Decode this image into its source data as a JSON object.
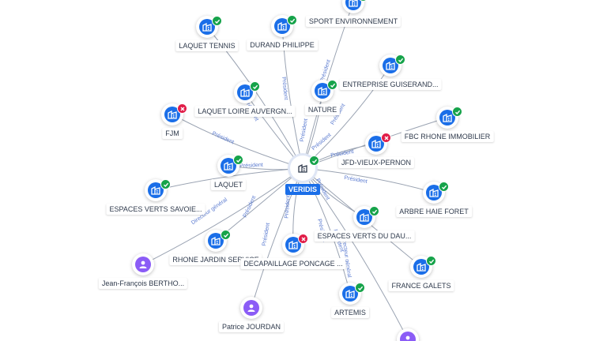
{
  "center": {
    "name": "VERIDIS",
    "kind": "company"
  },
  "nodes": [
    {
      "label": "SPORT ENVIRONNEMENT",
      "kind": "company",
      "status": "ok"
    },
    {
      "label": "LAQUET TENNIS",
      "kind": "company",
      "status": "ok"
    },
    {
      "label": "DURAND PHILIPPE",
      "kind": "company",
      "status": "ok"
    },
    {
      "label": "ENTREPRISE GUISERAND...",
      "kind": "company",
      "status": "ok"
    },
    {
      "label": "LAQUET LOIRE AUVERGN...",
      "kind": "company",
      "status": "ok"
    },
    {
      "label": "NATURE",
      "kind": "company",
      "status": "ok"
    },
    {
      "label": "FJM",
      "kind": "company",
      "status": "ko"
    },
    {
      "label": "FBC RHONE IMMOBILIER",
      "kind": "company",
      "status": "ok"
    },
    {
      "label": "JFD-VIEUX-PERNON",
      "kind": "company",
      "status": "ko"
    },
    {
      "label": "LAQUET",
      "kind": "company",
      "status": "ok"
    },
    {
      "label": "ESPACES VERTS SAVOIE...",
      "kind": "company",
      "status": "ok"
    },
    {
      "label": "ARBRE HAIE FORET",
      "kind": "company",
      "status": "ok"
    },
    {
      "label": "ESPACES VERTS DU DAU...",
      "kind": "company",
      "status": "ok"
    },
    {
      "label": "RHONE JARDIN SERVICE",
      "kind": "company",
      "status": "ok"
    },
    {
      "label": "DECAPAILLAGE PONCAGE ...",
      "kind": "company",
      "status": "ko"
    },
    {
      "label": "Jean-François BERTHO...",
      "kind": "person",
      "status": ""
    },
    {
      "label": "FRANCE GALETS",
      "kind": "company",
      "status": "ok"
    },
    {
      "label": "ARTEMIS",
      "kind": "company",
      "status": "ok"
    },
    {
      "label": "Patrice JOURDAN",
      "kind": "person",
      "status": ""
    },
    {
      "label": "",
      "kind": "person",
      "status": ""
    }
  ],
  "edge_labels": [
    "Président",
    "Président",
    "Président",
    "Président",
    "Président",
    "Président",
    "Président",
    "Président",
    "Président",
    "Président",
    "Président",
    "Président",
    "Président",
    "Président",
    "Président",
    "Directeur général",
    "Président",
    "Directeur général"
  ],
  "colors": {
    "company": "#1a6ee8",
    "person": "#8b5cf6",
    "ok": "#16a34a",
    "ko": "#e11d48",
    "edge": "#9aa3b2",
    "edge_label": "#5b7bd0"
  }
}
